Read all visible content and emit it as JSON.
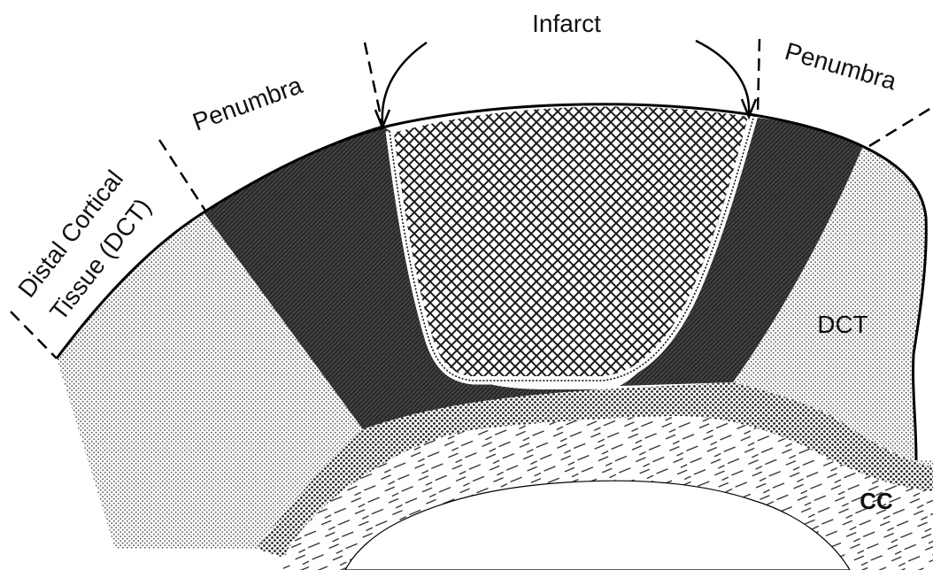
{
  "labels": {
    "infarct": "Infarct",
    "penumbra_left": "Penumbra",
    "penumbra_right": "Penumbra",
    "dct_left_line1": "Distal Cortical",
    "dct_left_line2": "Tissue (DCT)",
    "dct_right": "DCT",
    "cc": "CC"
  },
  "regions": [
    "distal-cortical-tissue",
    "penumbra",
    "infarct",
    "corpus-callosum"
  ],
  "colors": {
    "penumbra": "#2a2a2a",
    "infarct_hatch": "#1a1a1a",
    "dct_stipple": "#555555",
    "outline": "#000000"
  }
}
